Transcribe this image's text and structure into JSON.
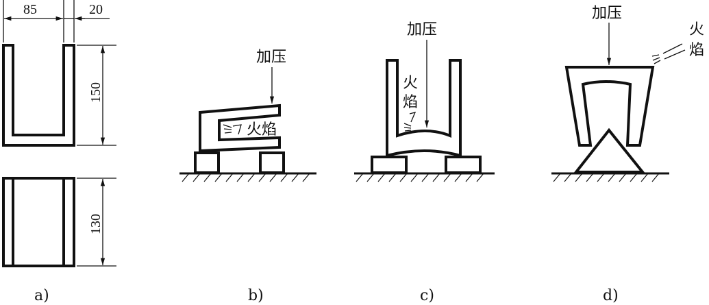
{
  "panels": [
    {
      "id": "a",
      "label": "a)"
    },
    {
      "id": "b",
      "label": "b)"
    },
    {
      "id": "c",
      "label": "c)"
    },
    {
      "id": "d",
      "label": "d)"
    }
  ],
  "dimensions": {
    "width_inner": "85",
    "wall": "20",
    "height_front": "150",
    "height_side": "130"
  },
  "annotations": {
    "pressure": "加压",
    "flame_char1": "火",
    "flame_char2": "焰",
    "flame": "火焰"
  }
}
